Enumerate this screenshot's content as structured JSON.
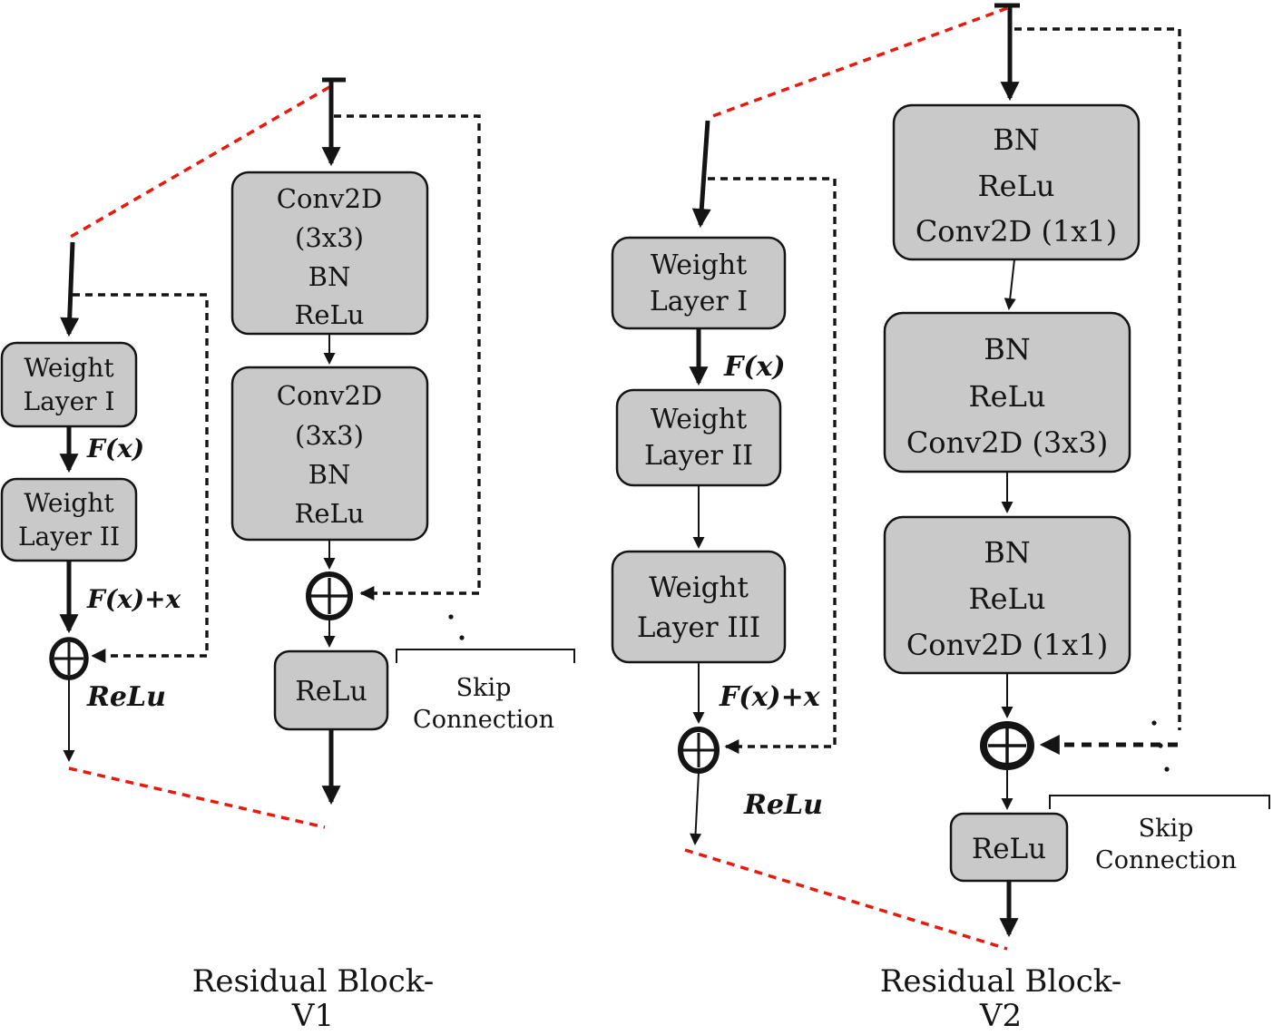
{
  "colors": {
    "box_fill": "#c9c9c9",
    "box_stroke": "#141414",
    "line": "#141414",
    "red_dashed": "#e8190f"
  },
  "v1": {
    "abstract": {
      "weight_layer_1": [
        "Weight",
        "Layer I"
      ],
      "fx_label": "F(x)",
      "weight_layer_2": [
        "Weight",
        "Layer II"
      ],
      "fx_plus_x_label": "F(x)+x",
      "relu_label": "ReLu"
    },
    "detailed": {
      "block1": [
        "Conv2D",
        "(3x3)",
        "BN",
        "ReLu"
      ],
      "block2": [
        "Conv2D",
        "(3x3)",
        "BN",
        "ReLu"
      ],
      "relu_box": "ReLu",
      "skip_label": [
        "Skip",
        "Connection"
      ]
    },
    "caption": [
      "Residual Block-",
      "V1"
    ]
  },
  "v2": {
    "abstract": {
      "weight_layer_1": [
        "Weight",
        "Layer I"
      ],
      "fx_label": "F(x)",
      "weight_layer_2": [
        "Weight",
        "Layer II"
      ],
      "weight_layer_3": [
        "Weight",
        "Layer III"
      ],
      "fx_plus_x_label": "F(x)+x",
      "relu_label": "ReLu"
    },
    "detailed": {
      "block1": [
        "BN",
        "ReLu",
        "Conv2D (1x1)"
      ],
      "block2": [
        "BN",
        "ReLu",
        "Conv2D (3x3)"
      ],
      "block3": [
        "BN",
        "ReLu",
        "Conv2D (1x1)"
      ],
      "relu_box": "ReLu",
      "skip_label": [
        "Skip",
        "Connection"
      ]
    },
    "caption": [
      "Residual Block-",
      "V2"
    ]
  }
}
